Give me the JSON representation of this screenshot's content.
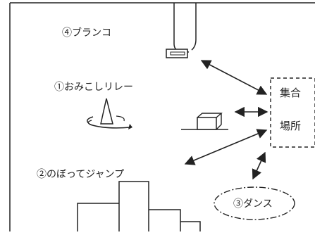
{
  "labels": {
    "swing": "④ブランコ",
    "relay": "①おみこしリレー",
    "jump": "②のぼってジャンプ",
    "dance": "③ダンス",
    "meeting_line1": "集合",
    "meeting_line2": "場所"
  },
  "colors": {
    "stroke": "#222222",
    "background": "#ffffff"
  }
}
